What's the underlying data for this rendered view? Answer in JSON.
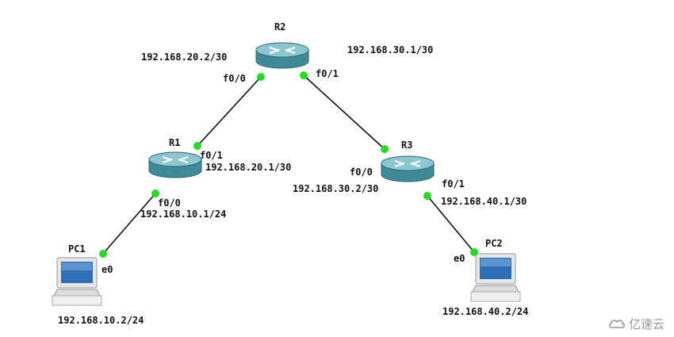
{
  "colors": {
    "link": "#111111",
    "port_dot": "#22dd22",
    "router_body": "#3f8a99",
    "router_top": "#8cc6d0",
    "router_arrows": "#ffffff",
    "pc_screen": "#2f6fb5",
    "pc_frame": "#e6e6e6",
    "watermark": "#9a9a9a"
  },
  "nodes": {
    "r1": {
      "name": "R1",
      "icon": "router-icon"
    },
    "r2": {
      "name": "R2",
      "icon": "router-icon"
    },
    "r3": {
      "name": "R3",
      "icon": "router-icon"
    },
    "pc1": {
      "name": "PC1",
      "icon": "pc-icon"
    },
    "pc2": {
      "name": "PC2",
      "icon": "pc-icon"
    }
  },
  "links": {
    "r1_r2": {
      "r1_port": "f0/1",
      "r1_ip": "192.168.20.1/30",
      "r2_port": "f0/0",
      "r2_ip": "192.168.20.2/30"
    },
    "r2_r3": {
      "r2_port": "f0/1",
      "r2_ip": "192.168.30.1/30",
      "r3_port": "f0/0",
      "r3_ip": "192.168.30.2/30"
    },
    "r1_pc1": {
      "r1_port": "f0/0",
      "r1_ip": "192.168.10.1/24",
      "pc1_port": "e0",
      "pc1_ip": "192.168.10.2/24"
    },
    "r3_pc2": {
      "r3_port": "f0/1",
      "r3_ip": "192.168.40.1/30",
      "pc2_port": "e0",
      "pc2_ip": "192.168.40.2/24"
    }
  },
  "watermark": {
    "text": "亿速云",
    "icon": "cloud-logo-icon"
  }
}
